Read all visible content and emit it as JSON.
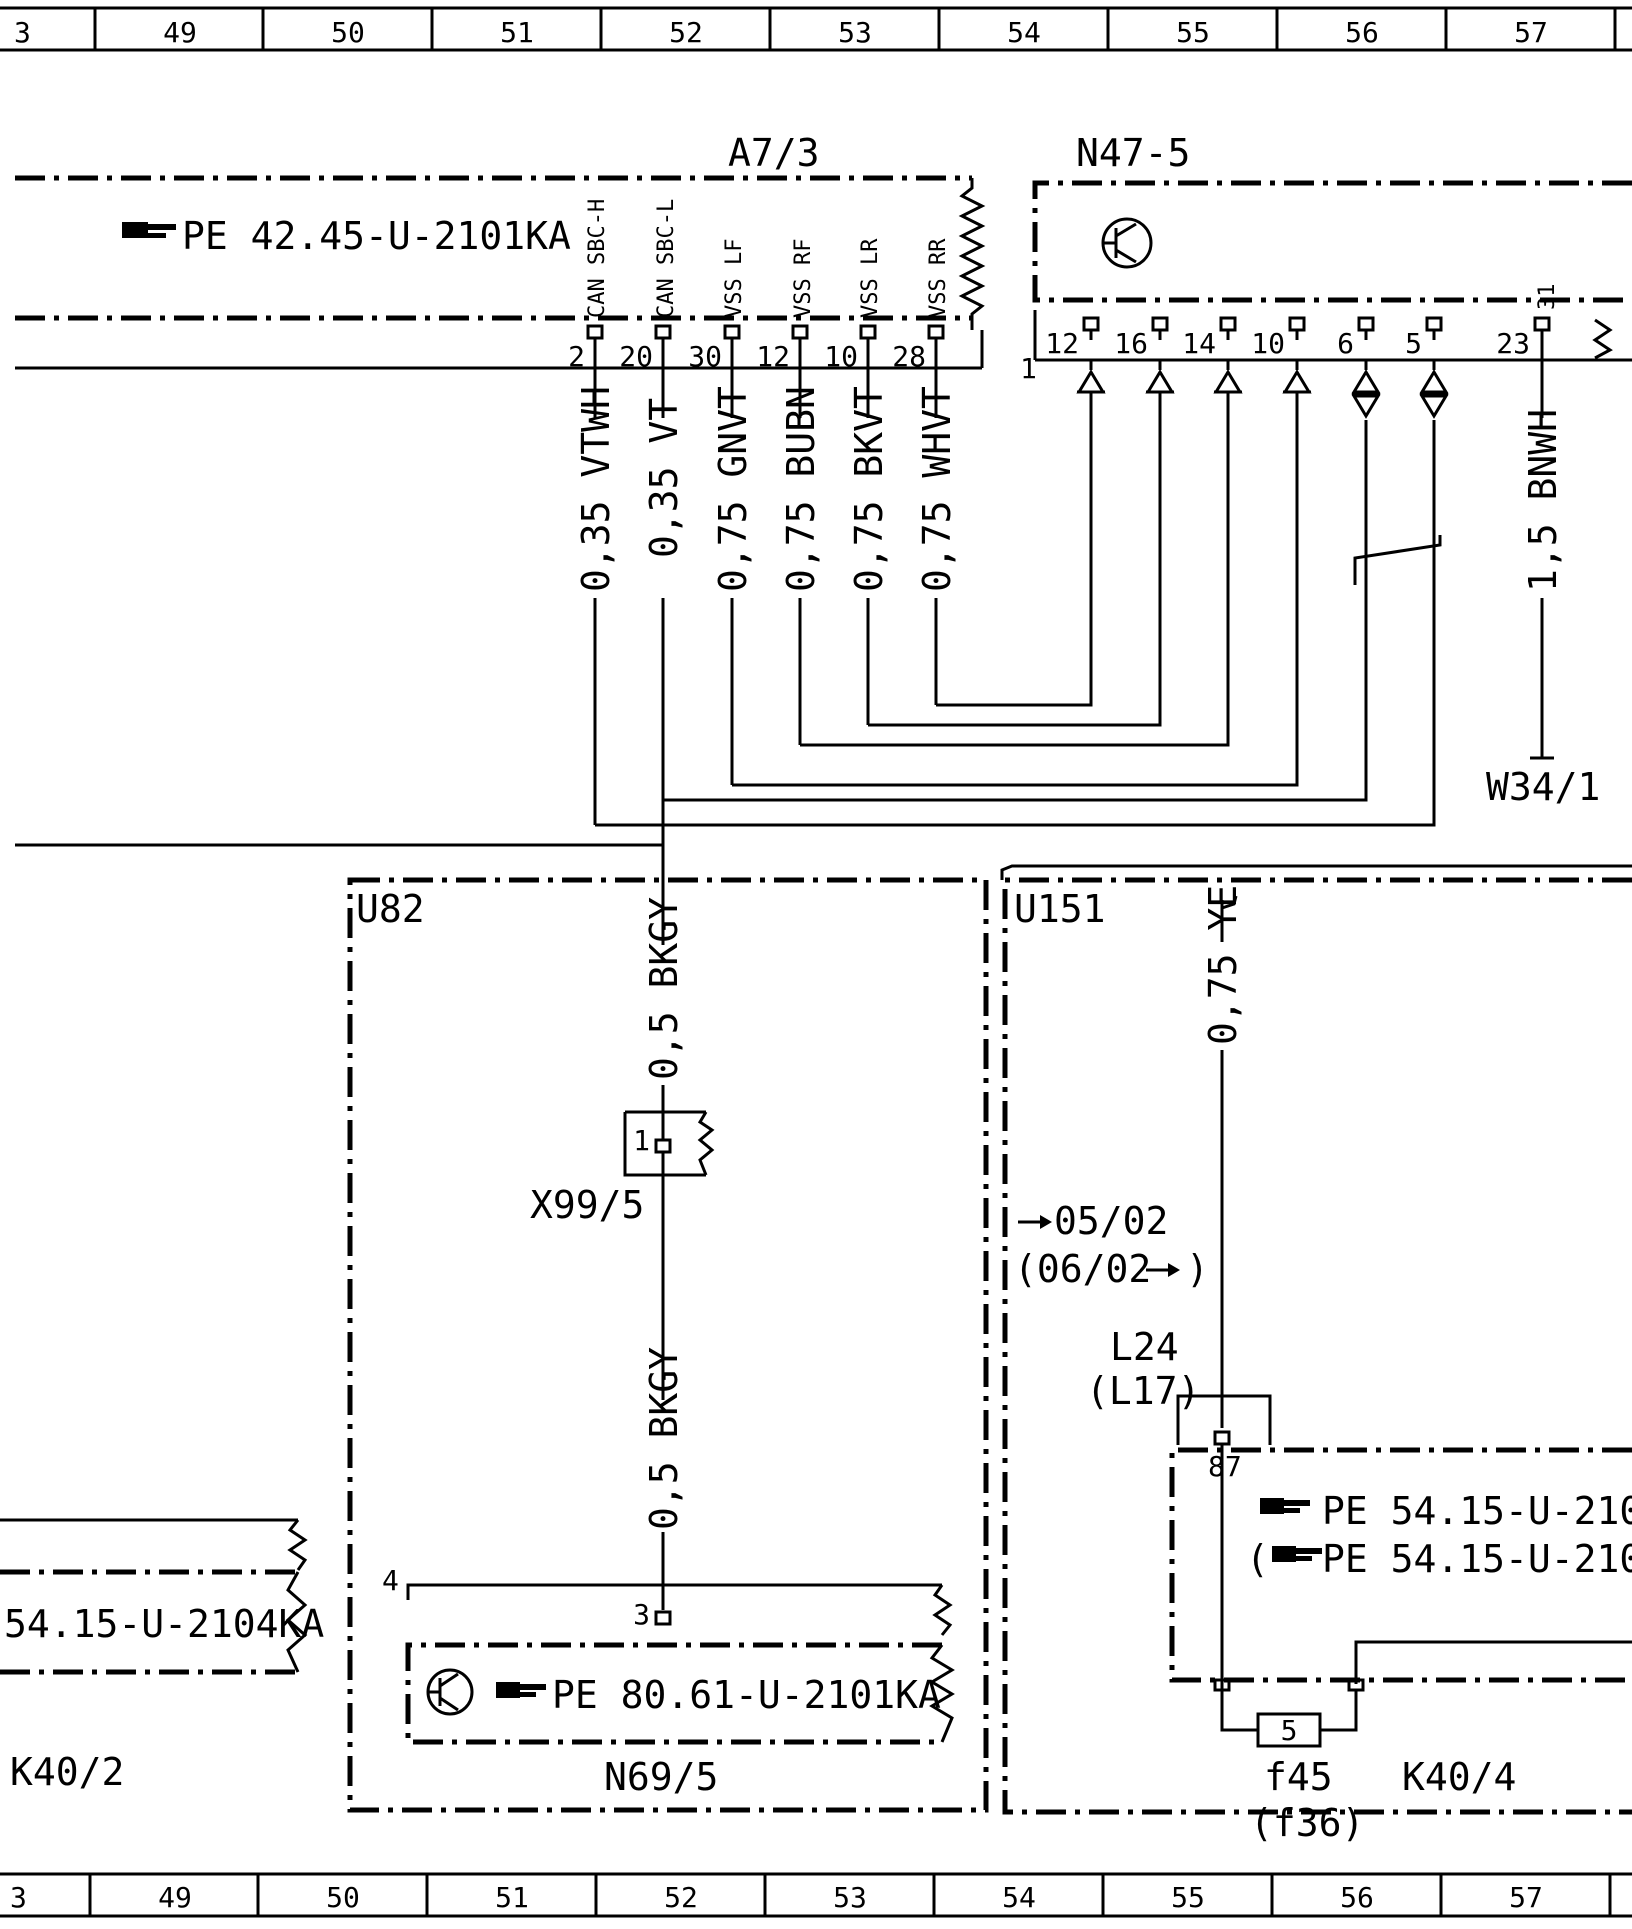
{
  "ruler": {
    "first_partial": "3",
    "cells": [
      "49",
      "50",
      "51",
      "52",
      "53",
      "54",
      "55",
      "56",
      "57"
    ]
  },
  "components": {
    "a7_3": {
      "id": "A7/3",
      "ref": "PE 42.45-U-2101KA",
      "pin_labels": [
        "CAN SBC-H",
        "CAN SBC-L",
        "VSS LF",
        "VSS RF",
        "VSS LR",
        "VSS RR"
      ],
      "pins": [
        "2",
        "20",
        "30",
        "12",
        "10",
        "28"
      ]
    },
    "n47_5": {
      "id": "N47-5",
      "connector": "1",
      "pins": [
        "12",
        "16",
        "14",
        "10",
        "6",
        "5",
        "23"
      ],
      "pin_top": "31"
    },
    "w34_1": {
      "id": "W34/1"
    },
    "u82": {
      "id": "U82"
    },
    "u151": {
      "id": "U151"
    },
    "x99_5": {
      "id": "X99/5",
      "pin": "1"
    },
    "n69_5": {
      "id": "N69/5",
      "ref": "PE 80.61-U-2101KA",
      "pin": "3",
      "pin_outer": "4"
    },
    "k40_2": {
      "id": "K40/2",
      "ref": "54.15-U-2104KA"
    },
    "k40_4": {
      "id": "K40/4",
      "ref1": "PE 54.15-U-210",
      "ref2": "PE 54.15-U-210",
      "ref2_prefix": "(",
      "pin": "87"
    },
    "l24": {
      "id": "L24",
      "alt": "(L17)"
    },
    "f45": {
      "id": "f45",
      "alt": "(f36)",
      "value": "5"
    },
    "validity": {
      "from": "05/02",
      "to": "(06/02"
    }
  },
  "wires": {
    "a7_3": [
      "0,35 VTWH",
      "0,35 VT",
      "0,75 GNVT",
      "0,75 BUBN",
      "0,75 BKVT",
      "0,75 WHVT"
    ],
    "n47_5_ground": "1,5 BNWH",
    "u82_top": "0,5 BKGY",
    "u82_bottom": "0,5 BKGY",
    "u151": "0,75 YE"
  }
}
